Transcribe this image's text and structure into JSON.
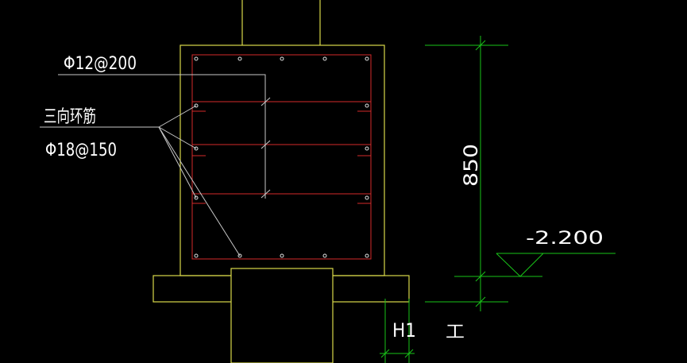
{
  "drawing": {
    "background": "#000000",
    "colors": {
      "concrete_outline": "#d8d84a",
      "rebar": "#d42a2a",
      "leader": "#c8c8c8",
      "dimension": "#19c419",
      "text": "#ffffff"
    },
    "labels": {
      "stirrup_spec": "Φ12@200",
      "ring_rebar_label": "三向环筋",
      "ring_rebar_spec": "Φ18@150",
      "depth_dimension": "850",
      "elevation": "-2.200",
      "pile_mark": "H1",
      "pile_symbol": "工"
    }
  }
}
